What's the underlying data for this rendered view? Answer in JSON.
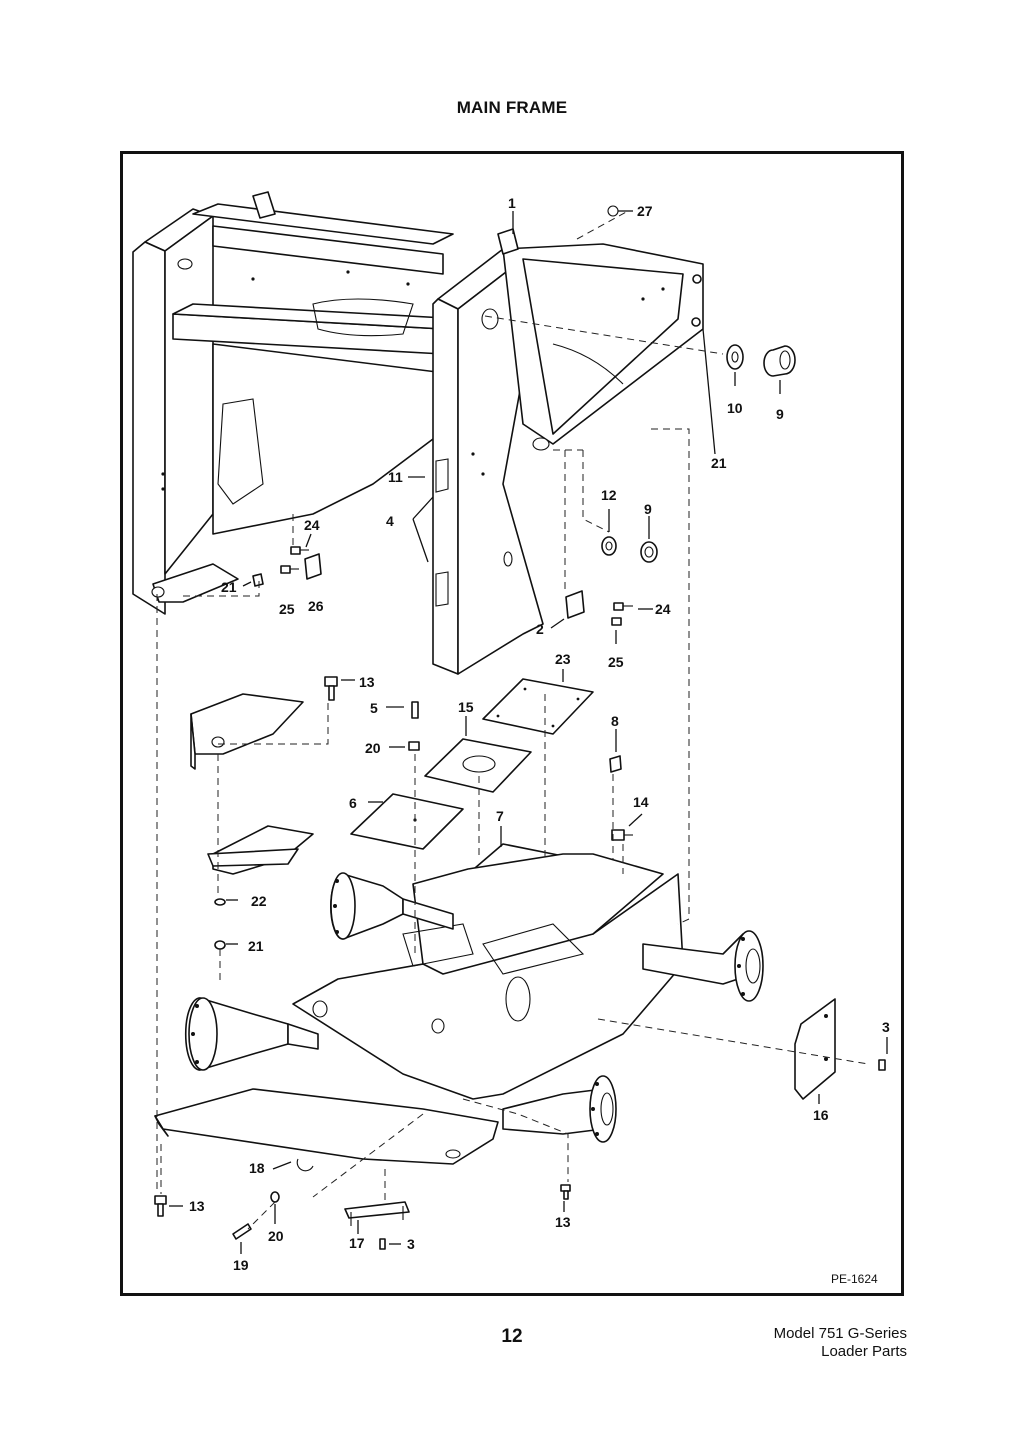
{
  "page": {
    "title": "MAIN FRAME",
    "page_number": "12",
    "footer_line1": "Model 751 G-Series",
    "footer_line2": "Loader Parts"
  },
  "diagram": {
    "ref_code": "PE-1624",
    "callouts": [
      {
        "id": "1",
        "label": "1"
      },
      {
        "id": "27",
        "label": "27"
      },
      {
        "id": "10",
        "label": "10"
      },
      {
        "id": "9a",
        "label": "9"
      },
      {
        "id": "21a",
        "label": "21"
      },
      {
        "id": "11",
        "label": "11"
      },
      {
        "id": "4",
        "label": "4"
      },
      {
        "id": "24a",
        "label": "24"
      },
      {
        "id": "12",
        "label": "12"
      },
      {
        "id": "9b",
        "label": "9"
      },
      {
        "id": "21b",
        "label": "21"
      },
      {
        "id": "25a",
        "label": "25"
      },
      {
        "id": "26",
        "label": "26"
      },
      {
        "id": "24b",
        "label": "24"
      },
      {
        "id": "2",
        "label": "2"
      },
      {
        "id": "25b",
        "label": "25"
      },
      {
        "id": "13a",
        "label": "13"
      },
      {
        "id": "23",
        "label": "23"
      },
      {
        "id": "5",
        "label": "5"
      },
      {
        "id": "15",
        "label": "15"
      },
      {
        "id": "8",
        "label": "8"
      },
      {
        "id": "20a",
        "label": "20"
      },
      {
        "id": "6",
        "label": "6"
      },
      {
        "id": "14",
        "label": "14"
      },
      {
        "id": "7",
        "label": "7"
      },
      {
        "id": "22",
        "label": "22"
      },
      {
        "id": "21c",
        "label": "21"
      },
      {
        "id": "3a",
        "label": "3"
      },
      {
        "id": "16",
        "label": "16"
      },
      {
        "id": "18",
        "label": "18"
      },
      {
        "id": "13b",
        "label": "13"
      },
      {
        "id": "20b",
        "label": "20"
      },
      {
        "id": "17",
        "label": "17"
      },
      {
        "id": "3b",
        "label": "3"
      },
      {
        "id": "13c",
        "label": "13"
      },
      {
        "id": "19",
        "label": "19"
      }
    ]
  }
}
